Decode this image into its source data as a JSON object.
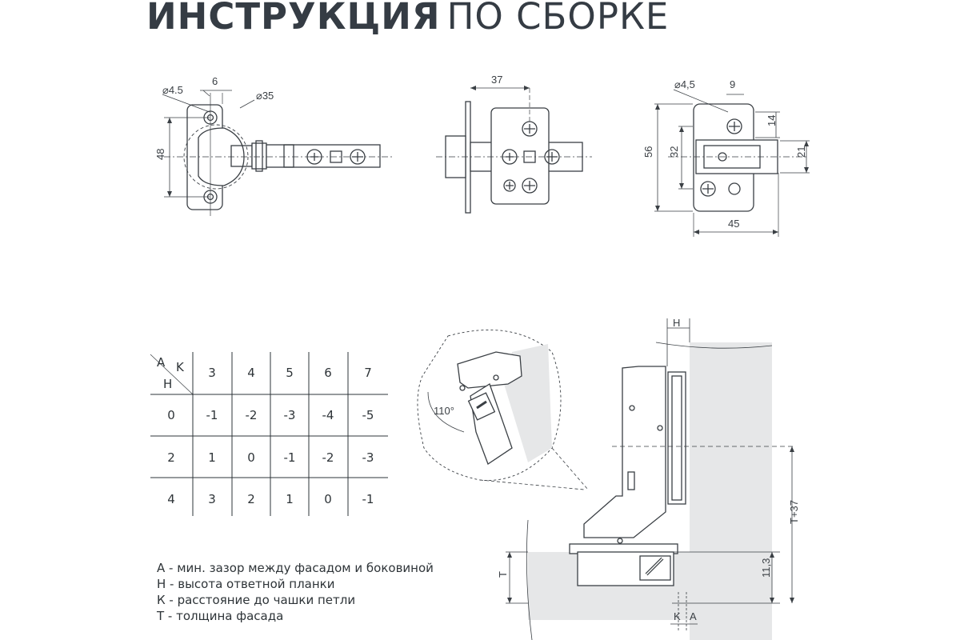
{
  "title": {
    "bold": "ИНСТРУКЦИЯ",
    "normal": "ПО СБОРКЕ"
  },
  "dimensions": {
    "view1": {
      "hole": "⌀4.5",
      "offset": "6",
      "cup": "⌀35",
      "height": "48"
    },
    "view2": {
      "depth": "37"
    },
    "view3": {
      "hole": "⌀4,5",
      "offset": "9",
      "total_height": "56",
      "hole_spacing": "32",
      "top": "14",
      "plate": "21",
      "width": "45"
    },
    "section": {
      "angle": "110°",
      "h": "H",
      "t": "T",
      "t37": "T+37",
      "depth": "11,3",
      "k": "K",
      "a": "A"
    }
  },
  "table": {
    "corner": {
      "a": "A",
      "k": "K",
      "h": "H"
    },
    "columns": [
      "3",
      "4",
      "5",
      "6",
      "7"
    ],
    "rows": [
      {
        "h": "0",
        "values": [
          "-1",
          "-2",
          "-3",
          "-4",
          "-5"
        ]
      },
      {
        "h": "2",
        "values": [
          "1",
          "0",
          "-1",
          "-2",
          "-3"
        ]
      },
      {
        "h": "4",
        "values": [
          "3",
          "2",
          "1",
          "0",
          "-1"
        ]
      }
    ]
  },
  "legend": [
    "А - мин. зазор между фасадом и боковиной",
    "Н - высота ответной планки",
    "К - расстояние до чашки петли",
    "Т - толщина фасада"
  ]
}
